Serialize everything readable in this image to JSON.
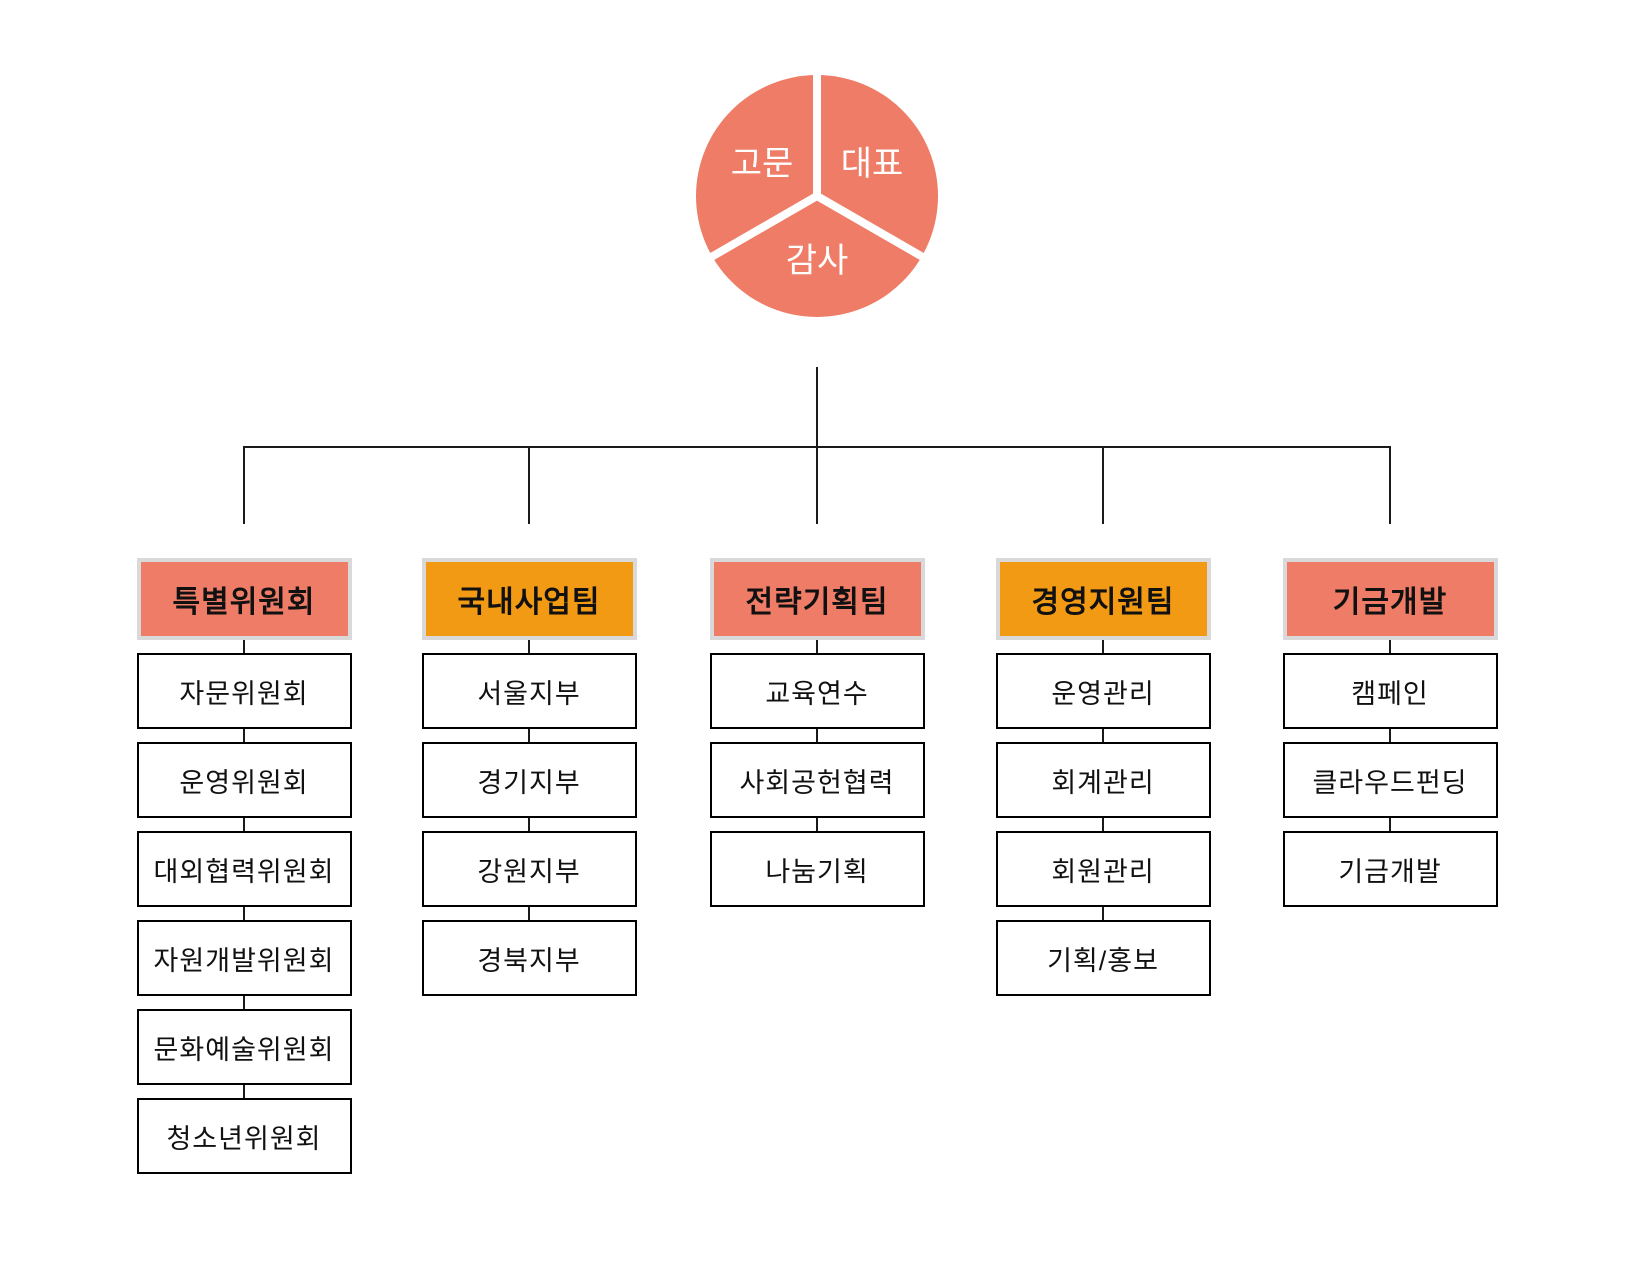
{
  "colors": {
    "background": "#FFFFFF",
    "salmon": "#EE7C66",
    "orange": "#F39A14",
    "header_border": "#D9D9D9",
    "line": "#1A1A1A",
    "box_border": "#000000",
    "text": "#111111",
    "pie_text": "#FFFFFF"
  },
  "pie": {
    "segments": [
      {
        "label": "고문"
      },
      {
        "label": "대표"
      },
      {
        "label": "감사"
      }
    ]
  },
  "columns": [
    {
      "header": "특별위원회",
      "color": "salmon",
      "items": [
        "자문위원회",
        "운영위원회",
        "대외협력위원회",
        "자원개발위원회",
        "문화예술위원회",
        "청소년위원회"
      ]
    },
    {
      "header": "국내사업팀",
      "color": "orange",
      "items": [
        "서울지부",
        "경기지부",
        "강원지부",
        "경북지부"
      ]
    },
    {
      "header": "전략기획팀",
      "color": "salmon",
      "items": [
        "교육연수",
        "사회공헌협력",
        "나눔기획"
      ]
    },
    {
      "header": "경영지원팀",
      "color": "orange",
      "items": [
        "운영관리",
        "회계관리",
        "회원관리",
        "기획/홍보"
      ]
    },
    {
      "header": "기금개발",
      "color": "salmon",
      "items": [
        "캠페인",
        "클라우드펀딩",
        "기금개발"
      ]
    }
  ]
}
